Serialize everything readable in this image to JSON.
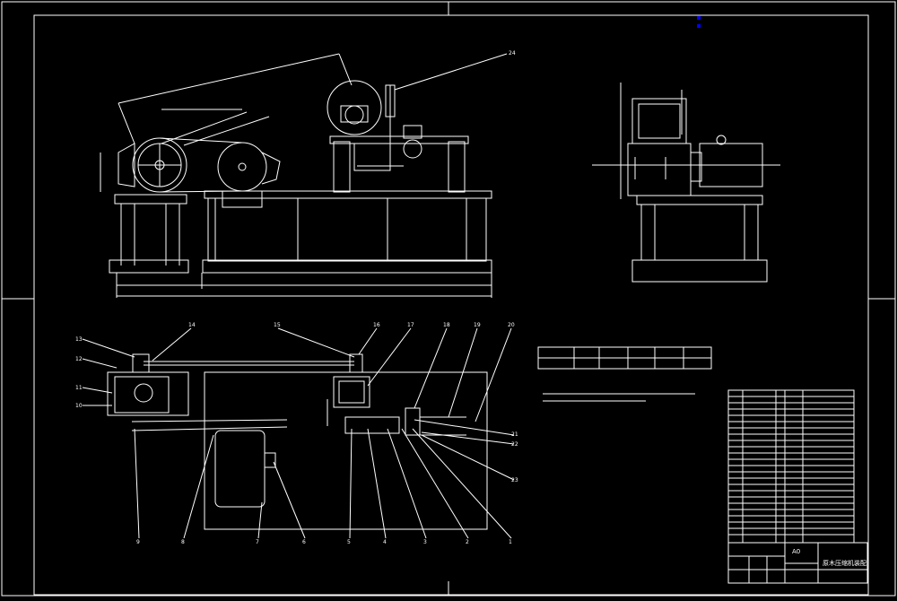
{
  "colors": {
    "background": "#000000",
    "line": "#ffffff",
    "accent": "#0000ff"
  },
  "callouts": {
    "top": [
      "24"
    ],
    "left": [
      "13",
      "12",
      "11",
      "10"
    ],
    "upper": [
      "14",
      "15",
      "16",
      "17",
      "18",
      "19",
      "20"
    ],
    "right": [
      "21",
      "22",
      "23"
    ],
    "bottom": [
      "9",
      "8",
      "7",
      "6",
      "5",
      "4",
      "3",
      "2",
      "1"
    ]
  },
  "title_block": {
    "scale_note": "A0",
    "drawing_title": "原木压缩机装配"
  }
}
